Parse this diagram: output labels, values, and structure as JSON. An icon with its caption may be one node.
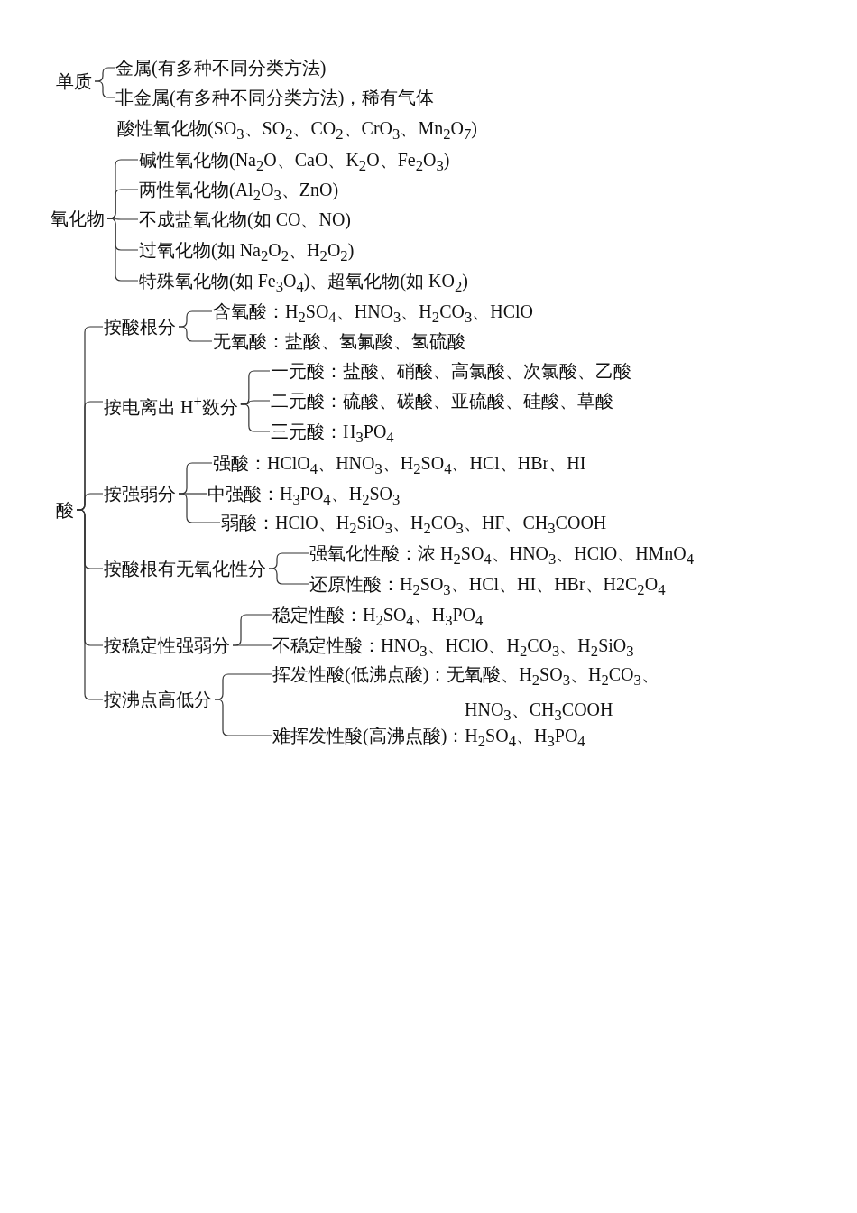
{
  "diagram": {
    "nodes": [
      {
        "text": [
          "单质"
        ]
      },
      {
        "text": [
          "金属(有多种不同分类方法)"
        ]
      },
      {
        "text": [
          "非金属(有多种不同分类方法)，稀有气体"
        ]
      },
      {
        "text": [
          "氧化物"
        ]
      },
      {
        "text": [
          "碱性氧化物(Na$_{2}$O、CaO、K$_{2}$O、Fe$_{2}$O$_{3}$)"
        ]
      },
      {
        "text": [
          "两性氧化物(Al$_{2}$O$_{3}$、ZnO)"
        ]
      },
      {
        "text": [
          "不成盐氧化物(如 CO、NO)"
        ]
      },
      {
        "text": [
          "过氧化物(如 Na$_{2}$O$_{2}$、H$_{2}$O$_{2}$)"
        ]
      },
      {
        "text": [
          "特殊氧化物(如 Fe$_{3}$O$_{4}$)、超氧化物(如 KO$_{2}$)"
        ]
      },
      {
        "text": [
          "酸"
        ]
      },
      {
        "text": [
          "按酸根分"
        ]
      },
      {
        "text": [
          "含氧酸：H$_{2}$SO$_{4}$、HNO$_{3}$、H$_{2}$CO$_{3}$、HClO"
        ]
      },
      {
        "text": [
          "无氧酸：盐酸、氢氟酸、氢硫酸"
        ]
      },
      {
        "text": [
          "按电离出 H$^{+}$数分"
        ]
      },
      {
        "text": [
          "一元酸：盐酸、硝酸、高氯酸、次氯酸、乙酸"
        ]
      },
      {
        "text": [
          "二元酸：硫酸、碳酸、亚硫酸、硅酸、草酸"
        ]
      },
      {
        "text": [
          "三元酸：H$_{3}$PO$_{4}$"
        ]
      },
      {
        "text": [
          "按强弱分"
        ]
      },
      {
        "text": [
          "强酸：HClO$_{4}$、HNO$_{3}$、H$_{2}$SO$_{4}$、HCl、HBr、HI"
        ]
      },
      {
        "text": [
          "中强酸：H$_{3}$PO$_{4}$、H$_{2}$SO$_{3}$"
        ]
      },
      {
        "text": [
          "弱酸：HClO、H$_{2}$SiO$_{3}$、H$_{2}$CO$_{3}$、HF、CH$_{3}$COOH"
        ]
      },
      {
        "text": [
          "按酸根有无氧化性分"
        ]
      },
      {
        "text": [
          "强氧化性酸：浓 H$_{2}$SO$_{4}$、HNO$_{3}$、HClO、HMnO$_{4}$"
        ]
      },
      {
        "text": [
          "还原性酸：H$_{2}$SO$_{3}$、HCl、HI、HBr、H2C$_{2}$O$_{4}$"
        ]
      },
      {
        "text": [
          "按稳定性强弱分"
        ]
      },
      {
        "text": [
          "稳定性酸：H$_{2}$SO$_{4}$、H$_{3}$PO$_{4}$"
        ]
      },
      {
        "text": [
          "不稳定性酸：HNO$_{3}$、HClO、H$_{2}$CO$_{3}$、H$_{2}$SiO$_{3}$"
        ]
      },
      {
        "text": [
          "按沸点高低分"
        ]
      },
      {
        "text": [
          "挥发性酸(低沸点酸)：无氧酸、H$_{2}$SO$_{3}$、H$_{2}$CO$_{3}$、HNO$_{3}$、CH$_{3}$COOH"
        ]
      },
      {
        "text": [
          "难挥发性酸(高沸点酸)：H$_{2}$SO$_{4}$、H$_{3}$PO$_{4}$"
        ]
      }
    ],
    "edges": [
      {
        "from": 0,
        "to": 1,
        "arrow": "none"
      },
      {
        "from": 0,
        "to": 2,
        "arrow": "none"
      },
      {
        "from": 3,
        "to": 4,
        "arrow": "none"
      },
      {
        "from": 3,
        "to": 5,
        "arrow": "none"
      },
      {
        "from": 3,
        "to": 6,
        "arrow": "none"
      },
      {
        "from": 3,
        "to": 7,
        "arrow": "none"
      },
      {
        "from": 3,
        "to": 8,
        "arrow": "none"
      },
      {
        "from": 9,
        "to": 10,
        "arrow": "none"
      },
      {
        "from": 9,
        "to": 13,
        "arrow": "none"
      },
      {
        "from": 9,
        "to": 17,
        "arrow": "none"
      },
      {
        "from": 9,
        "to": 21,
        "arrow": "none"
      },
      {
        "from": 9,
        "to": 24,
        "arrow": "none"
      },
      {
        "from": 9,
        "to": 27,
        "arrow": "none"
      },
      {
        "from": 10,
        "to": 11,
        "arrow": "none"
      },
      {
        "from": 10,
        "to": 12,
        "arrow": "none"
      },
      {
        "from": 13,
        "to": 14,
        "arrow": "none"
      },
      {
        "from": 13,
        "to": 15,
        "arrow": "none"
      },
      {
        "from": 13,
        "to": 16,
        "arrow": "none"
      },
      {
        "from": 17,
        "to": 18,
        "arrow": "none"
      },
      {
        "from": 17,
        "to": 19,
        "arrow": "none"
      },
      {
        "from": 17,
        "to": 20,
        "arrow": "none"
      },
      {
        "from": 21,
        "to": 22,
        "arrow": "none"
      },
      {
        "from": 21,
        "to": 23,
        "arrow": "none"
      },
      {
        "from": 24,
        "to": 25,
        "arrow": "none"
      },
      {
        "from": 24,
        "to": 26,
        "arrow": "none"
      },
      {
        "from": 27,
        "to": 28,
        "arrow": "none"
      },
      {
        "from": 27,
        "to": 29,
        "arrow": "none"
      }
    ],
    "labels": [
      "酸性氧化物(SO$_{3}$、SO$_{2}$、CO$_{2}$、CrO$_{3}$、Mn$_{2}$O$_{7}$)"
    ]
  }
}
